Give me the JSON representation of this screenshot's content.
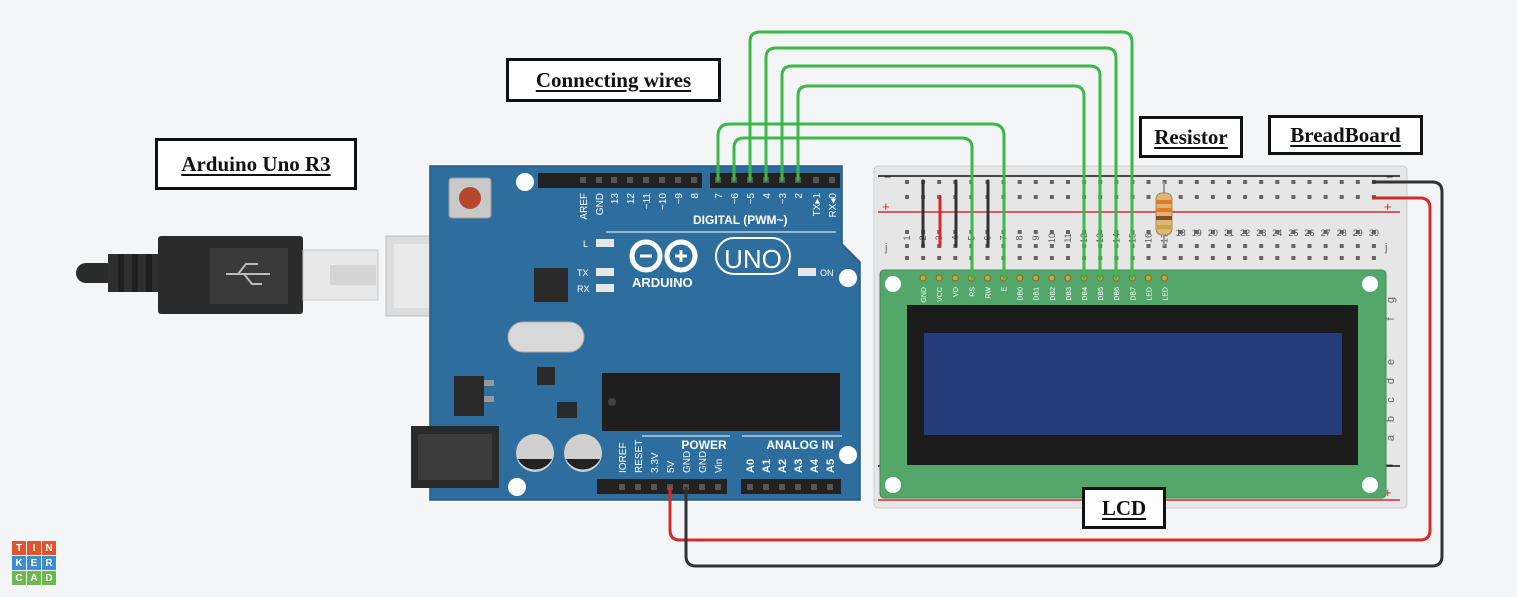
{
  "labels": {
    "arduino": "Arduino Uno R3",
    "wires": "Connecting wires",
    "resistor": "Resistor",
    "breadboard": "BreadBoard",
    "lcd": "LCD"
  },
  "arduino": {
    "brand": "ARDUINO",
    "model": "UNO",
    "digital_header": "DIGITAL (PWM~)",
    "power_header": "POWER",
    "analog_header": "ANALOG IN",
    "on_label": "ON",
    "led_labels": [
      "L",
      "TX",
      "RX"
    ],
    "digital_pins": [
      "AREF",
      "GND",
      "13",
      "12",
      "~11",
      "~10",
      "~9",
      "8",
      "7",
      "~6",
      "~5",
      "4",
      "~3",
      "2",
      "TX▸1",
      "RX◂0"
    ],
    "power_pins": [
      "IOREF",
      "RESET",
      "3.3V",
      "5V",
      "GND",
      "GND",
      "Vin"
    ],
    "analog_pins": [
      "A0",
      "A1",
      "A2",
      "A3",
      "A4",
      "A5"
    ]
  },
  "breadboard": {
    "column_numbers": [
      "1",
      "2",
      "3",
      "4",
      "5",
      "6",
      "7",
      "8",
      "9",
      "10",
      "11",
      "12",
      "13",
      "14",
      "15",
      "16",
      "17",
      "18",
      "19",
      "20",
      "21",
      "22",
      "23",
      "24",
      "25",
      "26",
      "27",
      "28",
      "29",
      "30"
    ],
    "row_letters_top": [
      "j"
    ],
    "row_letters_side": [
      "g",
      "f",
      "e",
      "d",
      "c",
      "b",
      "a"
    ],
    "rail_minus": "−",
    "rail_plus": "+"
  },
  "lcd": {
    "pins": [
      "GND",
      "VCC",
      "VO",
      "RS",
      "RW",
      "E",
      "DB0",
      "DB1",
      "DB2",
      "DB3",
      "DB4",
      "DB5",
      "DB6",
      "DB7",
      "LED",
      "LED"
    ]
  },
  "logo": {
    "letters": [
      "T",
      "I",
      "N",
      "K",
      "E",
      "R",
      "C",
      "A",
      "D"
    ],
    "colors": [
      "#e2542d",
      "#e2542d",
      "#e2542d",
      "#3b8ed0",
      "#3b8ed0",
      "#3b8ed0",
      "#6fb84f",
      "#6fb84f",
      "#6fb84f"
    ]
  },
  "colors": {
    "board_blue": "#2e6e9e",
    "lcd_green": "#53a76a",
    "lcd_screen": "#253b7a",
    "wire_green": "#3db84a",
    "wire_red": "#d42a2a",
    "wire_black": "#333333"
  }
}
